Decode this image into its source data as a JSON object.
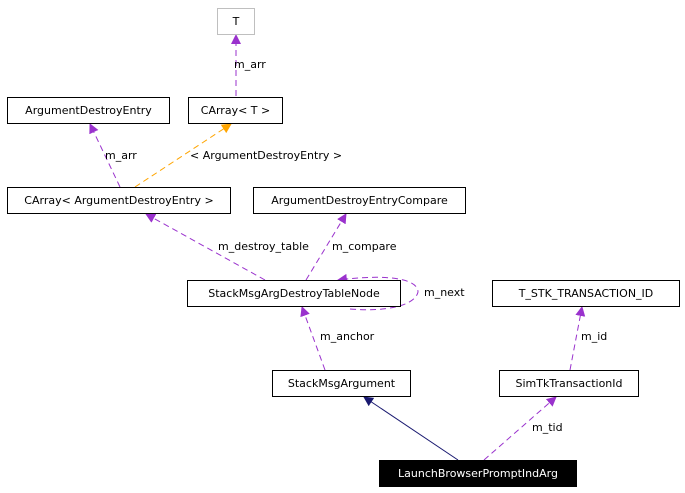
{
  "diagram": {
    "nodes": {
      "t": "T",
      "argument_destroy_entry": "ArgumentDestroyEntry",
      "carray_t": "CArray< T >",
      "carray_argument_destroy_entry": "CArray< ArgumentDestroyEntry >",
      "argument_destroy_entry_compare": "ArgumentDestroyEntryCompare",
      "stack_msg_arg_destroy_table_node": "StackMsgArgDestroyTableNode",
      "t_stk_transaction_id": "T_STK_TRANSACTION_ID",
      "stack_msg_argument": "StackMsgArgument",
      "sim_tk_transaction_id": "SimTkTransactionId",
      "launch_browser_prompt_ind_arg": "LaunchBrowserPromptIndArg"
    },
    "edge_labels": {
      "m_arr_t": "m_arr",
      "m_arr_entry": "m_arr",
      "template_binding": "< ArgumentDestroyEntry >",
      "m_destroy_table": "m_destroy_table",
      "m_compare": "m_compare",
      "m_next": "m_next",
      "m_anchor": "m_anchor",
      "m_id": "m_id",
      "m_tid": "m_tid"
    },
    "colors": {
      "usage_edge": "#9a32cd",
      "template_edge": "#ffa500",
      "inheritance_edge": "#191970",
      "focus_fill": "#000000",
      "template_param_border": "#bfbfbf"
    }
  }
}
